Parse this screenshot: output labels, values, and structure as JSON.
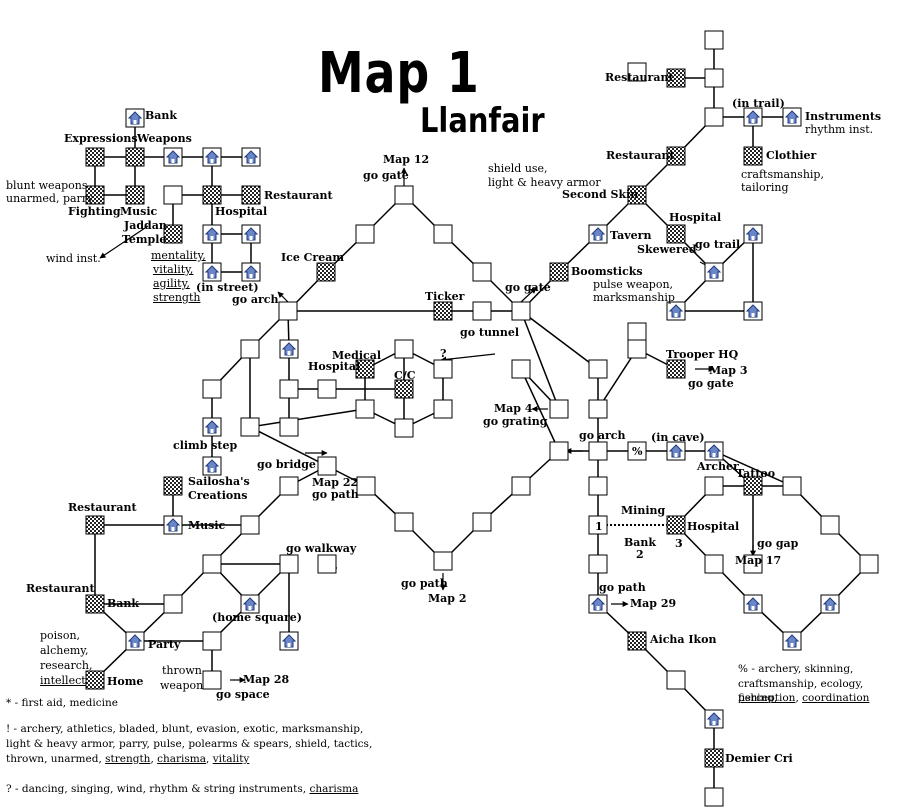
{
  "title": "Map 1",
  "subtitle": "Llanfair",
  "labels": {
    "bank_top": "Bank",
    "expressions": "Expressions",
    "weapons": "Weapons",
    "blunt_weapons": "blunt weapons,",
    "unarmed_parry": "unarmed, parry",
    "fighting": "Fighting",
    "music_top": "Music",
    "jaddan": "Jaddan",
    "temple": "Temple",
    "hospital_top": "Hospital",
    "restaurant_left": "Restaurant",
    "wind_inst": "wind inst.",
    "mentality": "mentality,",
    "vitality": "vitality,",
    "agility": "agility,",
    "strength": "strength",
    "in_street": "(in street)",
    "go_arch_left": "go arch",
    "map12": "Map 12",
    "go_gate_top": "go gate",
    "ice_cream": "Ice Cream",
    "ticker": "Ticker",
    "go_tunnel": "go tunnel",
    "medical": "Medical",
    "hospital_mid": "Hospital",
    "question": "?",
    "cc": "C/C",
    "shield_use": "shield use,",
    "light_heavy": "light & heavy armor",
    "second_skin": "Second Skin",
    "tavern": "Tavern",
    "boomsticks": "Boomsticks",
    "go_gate_mid": "go gate",
    "pulse_weapon": "pulse weapon,",
    "marksmanship": "marksmanship",
    "restaurant_r1": "Restaurant",
    "restaurant_r2": "Restaurant",
    "in_trail": "(in trail)",
    "instruments": "Instruments",
    "rhythm_inst": "rhythm inst.",
    "clothier": "Clothier",
    "craftsmanship": "craftsmanship,",
    "tailoring": "tailoring",
    "hospital_right": "Hospital",
    "skewered": "Skewered",
    "go_trail": "go trail",
    "trooper_hq": "Trooper HQ",
    "map3": "Map 3",
    "go_gate_right": "go gate",
    "map4": "Map 4",
    "go_grating": "go grating",
    "go_arch_right": "go arch",
    "in_cave": "(in cave)",
    "percent": "%",
    "archer": "Archer",
    "tattoo": "Tattoo",
    "mining": "Mining",
    "bank2": "Bank",
    "num1": "1",
    "num2": "2",
    "num3": "3",
    "hospital_lower": "Hospital",
    "go_gap": "go gap",
    "map17": "Map 17",
    "climb_step": "climb step",
    "go_bridge": "go bridge",
    "map22": "Map 22",
    "go_path_22": "go path",
    "sailosha": "Sailosha's",
    "creations": "Creations",
    "restaurant_ll1": "Restaurant",
    "music_low": "Music",
    "go_walkway": "go walkway",
    "go_path_bottom": "go path",
    "map2": "Map 2",
    "restaurant_ll2": "Restaurant",
    "bank_low": "Bank",
    "home_square": "(home square)",
    "poison": "poison,",
    "alchemy": "alchemy,",
    "research": "research,",
    "intellect": "intellect",
    "party": "Party",
    "home": "Home",
    "thrown": "thrown",
    "weapon": "weapon",
    "map28": "Map 28",
    "go_space": "go space",
    "go_path_29": "go path",
    "map29": "Map 29",
    "aicha": "Aicha Ikon",
    "demier": "Demier Cri"
  },
  "legend": {
    "first_aid": "* - first aid, medicine",
    "bang_line1": "! - archery, athletics, bladed, blunt, evasion, exotic, marksmanship,",
    "bang_line2a": "light & heavy armor, parry, pulse, polearms & spears, shield, tactics,",
    "bang_line3a": "thrown, unarmed, ",
    "bang_strength": "strength",
    "bang_sep1": ", ",
    "bang_charisma": "charisma",
    "bang_sep2": ", ",
    "bang_vitality": "vitality",
    "q_line_a": "? - dancing, singing, wind, rhythm & string instruments, ",
    "q_charisma": "charisma",
    "pct_line1": "% - archery, skinning,",
    "pct_line2": "craftsmanship, ecology, fishing,",
    "pct_perception": "perception",
    "pct_sep": ", ",
    "pct_coordination": "coordination"
  }
}
